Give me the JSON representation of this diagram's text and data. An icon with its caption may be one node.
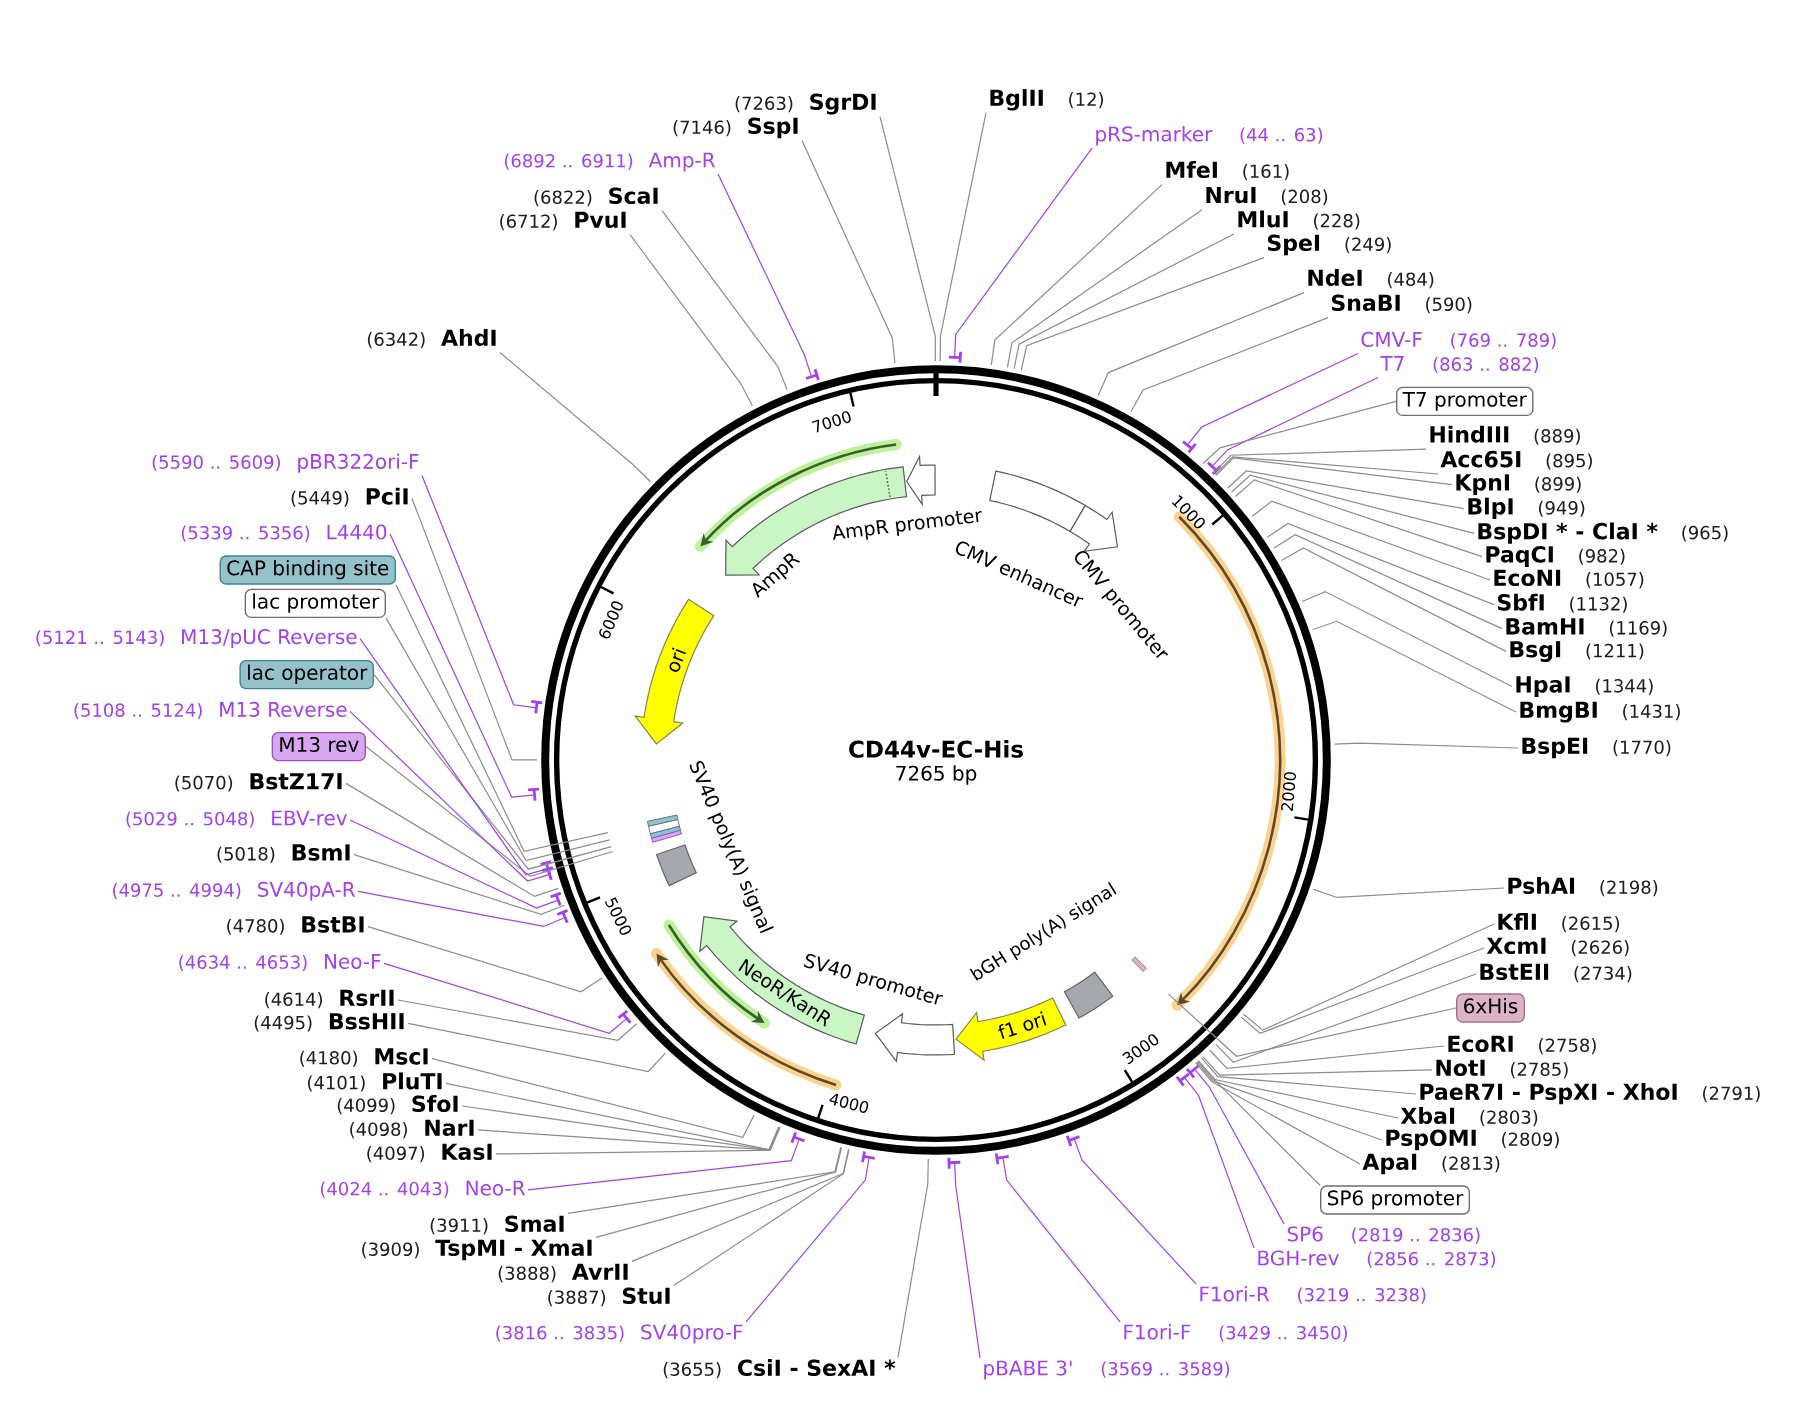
{
  "diagram": {
    "title": "CD44v-EC-His",
    "nodes": [
      {
        "text": [
          "BglII",
          "(12)"
        ]
      },
      {
        "text": [
          "pRS-marker",
          "(44 .. 63)"
        ]
      },
      {
        "text": [
          "MfeI",
          "(161)"
        ]
      },
      {
        "text": [
          "NruI",
          "(208)"
        ]
      },
      {
        "text": [
          "MluI",
          "(228)"
        ]
      },
      {
        "text": [
          "SpeI",
          "(249)"
        ]
      },
      {
        "text": [
          "NdeI",
          "(484)"
        ]
      },
      {
        "text": [
          "SnaBI",
          "(590)"
        ]
      },
      {
        "text": [
          "CMV-F",
          "(769 .. 789)"
        ]
      },
      {
        "text": [
          "T7",
          "(863 .. 882)"
        ]
      },
      {
        "text": [
          "T7 promoter"
        ]
      },
      {
        "text": [
          "HindIII",
          "(889)"
        ]
      },
      {
        "text": [
          "Acc65I",
          "(895)"
        ]
      },
      {
        "text": [
          "KpnI",
          "(899)"
        ]
      },
      {
        "text": [
          "BlpI",
          "(949)"
        ]
      },
      {
        "text": [
          "BspDI * - ClaI *",
          "(965)"
        ]
      },
      {
        "text": [
          "PaqCI",
          "(982)"
        ]
      },
      {
        "text": [
          "EcoNI",
          "(1057)"
        ]
      },
      {
        "text": [
          "SbfI",
          "(1132)"
        ]
      },
      {
        "text": [
          "BamHI",
          "(1169)"
        ]
      },
      {
        "text": [
          "BsgI",
          "(1211)"
        ]
      },
      {
        "text": [
          "HpaI",
          "(1344)"
        ]
      },
      {
        "text": [
          "BmgBI",
          "(1431)"
        ]
      },
      {
        "text": [
          "BspEI",
          "(1770)"
        ]
      },
      {
        "text": [
          "PshAI",
          "(2198)"
        ]
      },
      {
        "text": [
          "KflI",
          "(2615)"
        ]
      },
      {
        "text": [
          "XcmI",
          "(2626)"
        ]
      },
      {
        "text": [
          "BstEII",
          "(2734)"
        ]
      },
      {
        "text": [
          "6xHis"
        ]
      },
      {
        "text": [
          "EcoRI",
          "(2758)"
        ]
      },
      {
        "text": [
          "NotI",
          "(2785)"
        ]
      },
      {
        "text": [
          "PaeR7I - PspXI - XhoI",
          "(2791)"
        ]
      },
      {
        "text": [
          "XbaI",
          "(2803)"
        ]
      },
      {
        "text": [
          "PspOMI",
          "(2809)"
        ]
      },
      {
        "text": [
          "ApaI",
          "(2813)"
        ]
      },
      {
        "text": [
          "SP6 promoter"
        ]
      },
      {
        "text": [
          "SP6",
          "(2819 .. 2836)"
        ]
      },
      {
        "text": [
          "BGH-rev",
          "(2856 .. 2873)"
        ]
      },
      {
        "text": [
          "F1ori-R",
          "(3219 .. 3238)"
        ]
      },
      {
        "text": [
          "F1ori-F",
          "(3429 .. 3450)"
        ]
      },
      {
        "text": [
          "pBABE 3'",
          "(3569 .. 3589)"
        ]
      },
      {
        "text": [
          "(3655)",
          "CsiI - SexAI *"
        ]
      },
      {
        "text": [
          "(3816 .. 3835)",
          "SV40pro-F"
        ]
      },
      {
        "text": [
          "(3887)",
          "StuI"
        ]
      },
      {
        "text": [
          "(3888)",
          "AvrII"
        ]
      },
      {
        "text": [
          "(3909)",
          "TspMI - XmaI"
        ]
      },
      {
        "text": [
          "(3911)",
          "SmaI"
        ]
      },
      {
        "text": [
          "(4024 .. 4043)",
          "Neo-R"
        ]
      },
      {
        "text": [
          "(4097)",
          "KasI"
        ]
      },
      {
        "text": [
          "(4098)",
          "NarI"
        ]
      },
      {
        "text": [
          "(4099)",
          "SfoI"
        ]
      },
      {
        "text": [
          "(4101)",
          "PluTI"
        ]
      },
      {
        "text": [
          "(4180)",
          "MscI"
        ]
      },
      {
        "text": [
          "(4495)",
          "BssHII"
        ]
      },
      {
        "text": [
          "(4614)",
          "RsrII"
        ]
      },
      {
        "text": [
          "(4634 .. 4653)",
          "Neo-F"
        ]
      },
      {
        "text": [
          "(4780)",
          "BstBI"
        ]
      },
      {
        "text": [
          "(4975 .. 4994)",
          "SV40pA-R"
        ]
      },
      {
        "text": [
          "(5018)",
          "BsmI"
        ]
      },
      {
        "text": [
          "(5029 .. 5048)",
          "EBV-rev"
        ]
      },
      {
        "text": [
          "(5070)",
          "BstZ17I"
        ]
      },
      {
        "text": [
          "M13 rev"
        ]
      },
      {
        "text": [
          "(5108 .. 5124)",
          "M13 Reverse"
        ]
      },
      {
        "text": [
          "lac operator"
        ]
      },
      {
        "text": [
          "(5121 .. 5143)",
          "M13/pUC Reverse"
        ]
      },
      {
        "text": [
          "lac promoter"
        ]
      },
      {
        "text": [
          "CAP binding site"
        ]
      },
      {
        "text": [
          "(5339 .. 5356)",
          "L4440"
        ]
      },
      {
        "text": [
          "(5449)",
          "PciI"
        ]
      },
      {
        "text": [
          "(5590 .. 5609)",
          "pBR322ori-F"
        ]
      },
      {
        "text": [
          "(6342)",
          "AhdI"
        ]
      },
      {
        "text": [
          "(6712)",
          "PvuI"
        ]
      },
      {
        "text": [
          "(6822)",
          "ScaI"
        ]
      },
      {
        "text": [
          "(6892 .. 6911)",
          "Amp-R"
        ]
      },
      {
        "text": [
          "(7146)",
          "SspI"
        ]
      },
      {
        "text": [
          "(7263)",
          "SgrDI"
        ]
      },
      {
        "text": [
          "CMV enhancer"
        ]
      },
      {
        "text": [
          "CMV promoter"
        ]
      },
      {
        "text": [
          "bGH poly(A) signal"
        ]
      },
      {
        "text": [
          "f1 ori"
        ]
      },
      {
        "text": [
          "SV40 promoter"
        ]
      },
      {
        "text": [
          "NeoR/KanR"
        ]
      },
      {
        "text": [
          "SV40 poly(A) signal"
        ]
      },
      {
        "text": [
          "ori"
        ]
      },
      {
        "text": [
          "AmpR"
        ]
      },
      {
        "text": [
          "AmpR promoter"
        ]
      }
    ],
    "edges": [
      {
        "from": 0,
        "to": null,
        "arrow": "none"
      },
      {
        "from": 1,
        "to": null,
        "arrow": "none",
        "color": "#a43ff0"
      },
      {
        "from": 2,
        "to": null,
        "arrow": "none"
      },
      {
        "from": 3,
        "to": null,
        "arrow": "none"
      },
      {
        "from": 4,
        "to": null,
        "arrow": "none"
      },
      {
        "from": 5,
        "to": null,
        "arrow": "none"
      },
      {
        "from": 6,
        "to": null,
        "arrow": "none"
      },
      {
        "from": 7,
        "to": null,
        "arrow": "none"
      },
      {
        "from": 8,
        "to": null,
        "arrow": "none",
        "color": "#a43ff0"
      },
      {
        "from": 9,
        "to": null,
        "arrow": "none",
        "color": "#a43ff0"
      },
      {
        "from": 10,
        "to": null,
        "arrow": "none"
      },
      {
        "from": 11,
        "to": null,
        "arrow": "none"
      },
      {
        "from": 12,
        "to": null,
        "arrow": "none"
      },
      {
        "from": 13,
        "to": null,
        "arrow": "none"
      },
      {
        "from": 14,
        "to": null,
        "arrow": "none"
      },
      {
        "from": 15,
        "to": null,
        "arrow": "none"
      },
      {
        "from": 16,
        "to": null,
        "arrow": "none"
      },
      {
        "from": 17,
        "to": null,
        "arrow": "none"
      },
      {
        "from": 18,
        "to": null,
        "arrow": "none"
      },
      {
        "from": 19,
        "to": null,
        "arrow": "none"
      },
      {
        "from": 20,
        "to": null,
        "arrow": "none"
      },
      {
        "from": 21,
        "to": null,
        "arrow": "none"
      },
      {
        "from": 22,
        "to": null,
        "arrow": "none"
      },
      {
        "from": 23,
        "to": null,
        "arrow": "none"
      },
      {
        "from": 24,
        "to": null,
        "arrow": "none"
      },
      {
        "from": 25,
        "to": null,
        "arrow": "none"
      },
      {
        "from": 26,
        "to": null,
        "arrow": "none"
      },
      {
        "from": 27,
        "to": null,
        "arrow": "none"
      },
      {
        "from": 28,
        "to": null,
        "arrow": "none"
      },
      {
        "from": 29,
        "to": null,
        "arrow": "none"
      },
      {
        "from": 30,
        "to": null,
        "arrow": "none"
      },
      {
        "from": 31,
        "to": null,
        "arrow": "none"
      },
      {
        "from": 32,
        "to": null,
        "arrow": "none"
      },
      {
        "from": 33,
        "to": null,
        "arrow": "none"
      },
      {
        "from": 34,
        "to": null,
        "arrow": "none"
      },
      {
        "from": 35,
        "to": null,
        "arrow": "none"
      },
      {
        "from": 36,
        "to": null,
        "arrow": "none",
        "color": "#a43ff0"
      },
      {
        "from": 37,
        "to": null,
        "arrow": "none",
        "color": "#a43ff0"
      },
      {
        "from": 38,
        "to": null,
        "arrow": "none",
        "color": "#a43ff0"
      },
      {
        "from": 39,
        "to": null,
        "arrow": "none",
        "color": "#a43ff0"
      },
      {
        "from": 40,
        "to": null,
        "arrow": "none",
        "color": "#a43ff0"
      },
      {
        "from": 41,
        "to": null,
        "arrow": "none"
      },
      {
        "from": 42,
        "to": null,
        "arrow": "none",
        "color": "#a43ff0"
      },
      {
        "from": 43,
        "to": null,
        "arrow": "none"
      },
      {
        "from": 44,
        "to": null,
        "arrow": "none"
      },
      {
        "from": 45,
        "to": null,
        "arrow": "none"
      },
      {
        "from": 46,
        "to": null,
        "arrow": "none"
      },
      {
        "from": 47,
        "to": null,
        "arrow": "none",
        "color": "#a43ff0"
      },
      {
        "from": 48,
        "to": null,
        "arrow": "none"
      },
      {
        "from": 49,
        "to": null,
        "arrow": "none"
      },
      {
        "from": 50,
        "to": null,
        "arrow": "none"
      },
      {
        "from": 51,
        "to": null,
        "arrow": "none"
      },
      {
        "from": 52,
        "to": null,
        "arrow": "none"
      },
      {
        "from": 53,
        "to": null,
        "arrow": "none"
      },
      {
        "from": 54,
        "to": null,
        "arrow": "none"
      },
      {
        "from": 55,
        "to": null,
        "arrow": "none",
        "color": "#a43ff0"
      },
      {
        "from": 56,
        "to": null,
        "arrow": "none"
      },
      {
        "from": 57,
        "to": null,
        "arrow": "none",
        "color": "#a43ff0"
      },
      {
        "from": 58,
        "to": null,
        "arrow": "none"
      },
      {
        "from": 59,
        "to": null,
        "arrow": "none",
        "color": "#a43ff0"
      },
      {
        "from": 60,
        "to": null,
        "arrow": "none"
      },
      {
        "from": 61,
        "to": null,
        "arrow": "none"
      },
      {
        "from": 62,
        "to": null,
        "arrow": "none",
        "color": "#a43ff0"
      },
      {
        "from": 63,
        "to": null,
        "arrow": "none"
      },
      {
        "from": 64,
        "to": null,
        "arrow": "none",
        "color": "#a43ff0"
      },
      {
        "from": 65,
        "to": null,
        "arrow": "none"
      },
      {
        "from": 66,
        "to": null,
        "arrow": "none"
      },
      {
        "from": 67,
        "to": null,
        "arrow": "none",
        "color": "#a43ff0"
      },
      {
        "from": 68,
        "to": null,
        "arrow": "none"
      },
      {
        "from": 69,
        "to": null,
        "arrow": "none",
        "color": "#a43ff0"
      },
      {
        "from": 70,
        "to": null,
        "arrow": "none"
      },
      {
        "from": 71,
        "to": null,
        "arrow": "none"
      },
      {
        "from": 72,
        "to": null,
        "arrow": "none"
      },
      {
        "from": 73,
        "to": null,
        "arrow": "none",
        "color": "#a43ff0"
      },
      {
        "from": 74,
        "to": null,
        "arrow": "none"
      },
      {
        "from": 75,
        "to": null,
        "arrow": "none"
      }
    ],
    "labels": [
      "7265 bp",
      "1000",
      "2000",
      "3000",
      "4000",
      "5000",
      "6000",
      "7000"
    ]
  }
}
